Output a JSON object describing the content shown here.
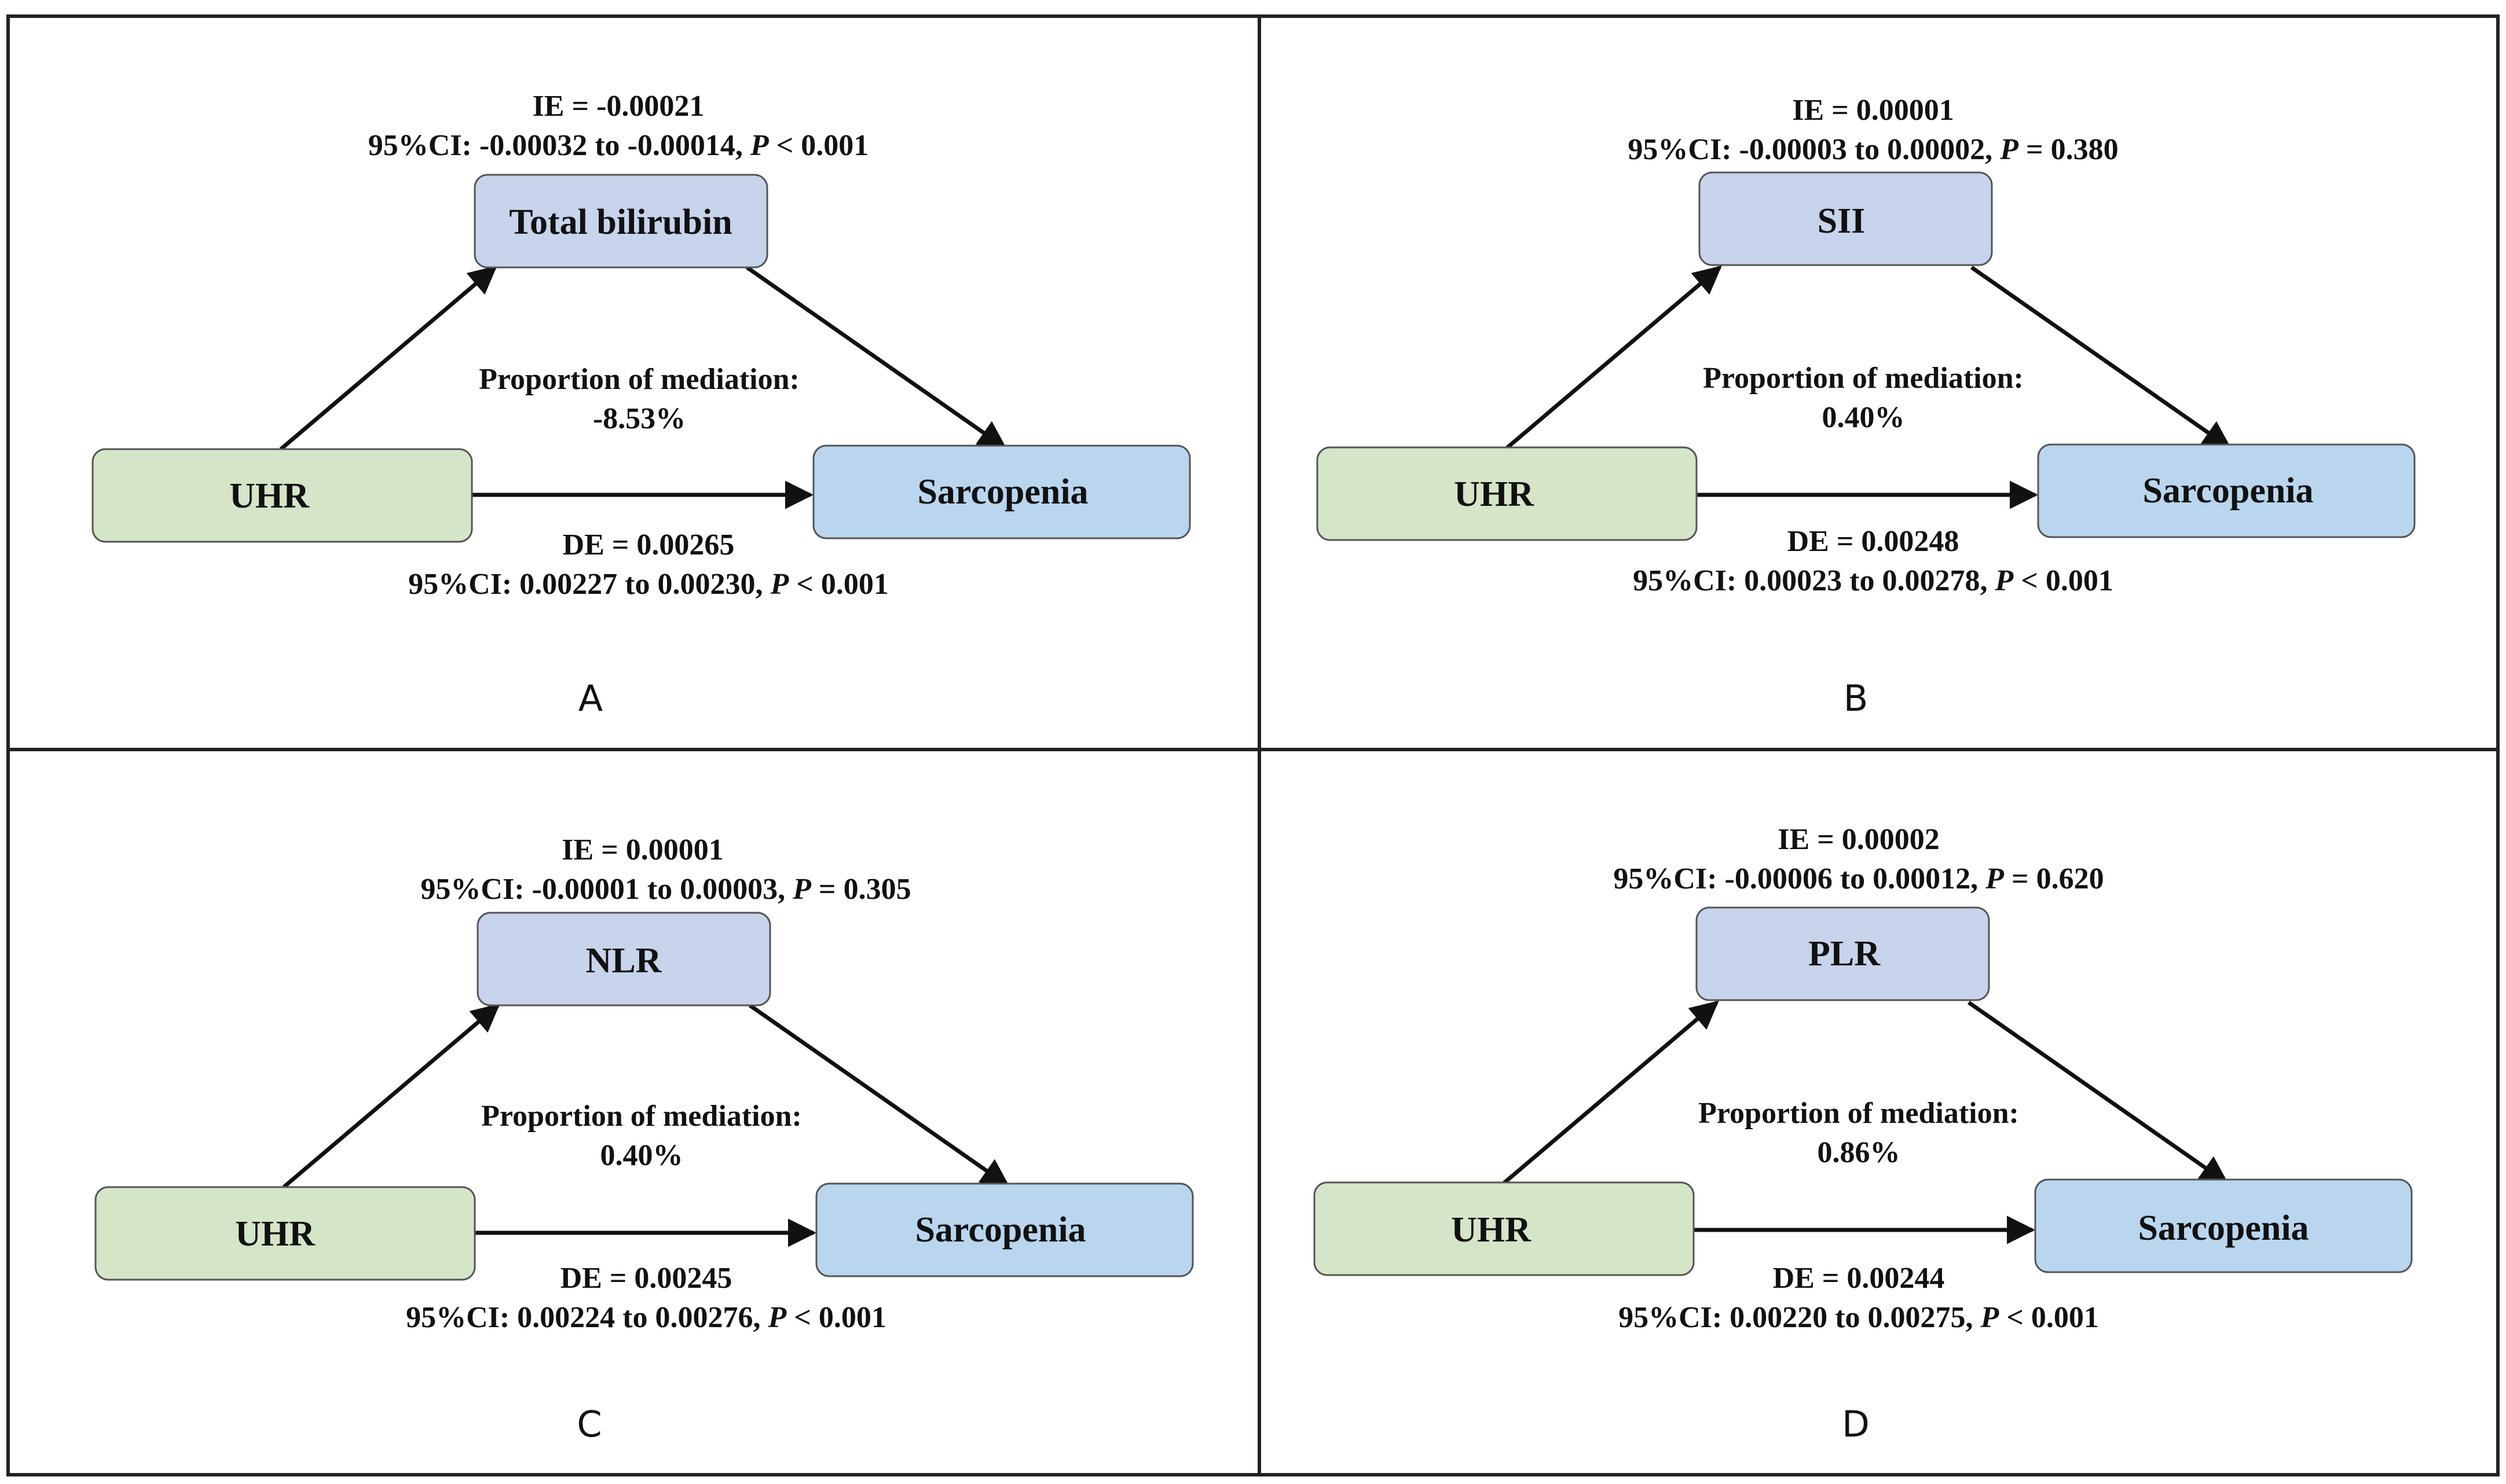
{
  "colors": {
    "exposure_fill": "#d5e5c8",
    "mediator_fill": "#c8d4ec",
    "outcome_fill": "#b9d6ee",
    "border": "#555555",
    "line": "#111111"
  },
  "panels": [
    {
      "label": "A",
      "exposure": "UHR",
      "mediator": "Total bilirubin",
      "outcome": "Sarcopenia",
      "ie_line1": "IE = -0.00021",
      "ie_ci": "95%CI: -0.00032 to -0.00014, ",
      "ie_p_letter": "P",
      "ie_p": " < 0.001",
      "proportion_label": "Proportion of mediation:",
      "proportion_value": "-8.53%",
      "de_line1": "DE = 0.00265",
      "de_ci": "95%CI: 0.00227 to 0.00230, ",
      "de_p_letter": "P",
      "de_p": " < 0.001"
    },
    {
      "label": "B",
      "exposure": "UHR",
      "mediator": "SII",
      "outcome": "Sarcopenia",
      "ie_line1": "IE = 0.00001",
      "ie_ci": "95%CI: -0.00003 to 0.00002, ",
      "ie_p_letter": "P",
      "ie_p": " = 0.380",
      "proportion_label": "Proportion of mediation:",
      "proportion_value": "0.40%",
      "de_line1": "DE = 0.00248",
      "de_ci": "95%CI: 0.00023 to 0.00278, ",
      "de_p_letter": "P",
      "de_p": " < 0.001"
    },
    {
      "label": "C",
      "exposure": "UHR",
      "mediator": "NLR",
      "outcome": "Sarcopenia",
      "ie_line1": "IE = 0.00001",
      "ie_ci": "95%CI: -0.00001 to 0.00003, ",
      "ie_p_letter": "P",
      "ie_p": " = 0.305",
      "proportion_label": "Proportion of mediation:",
      "proportion_value": "0.40%",
      "de_line1": "DE = 0.00245",
      "de_ci": "95%CI: 0.00224 to 0.00276, ",
      "de_p_letter": "P",
      "de_p": " < 0.001"
    },
    {
      "label": "D",
      "exposure": "UHR",
      "mediator": "PLR",
      "outcome": "Sarcopenia",
      "ie_line1": "IE = 0.00002",
      "ie_ci": "95%CI: -0.00006 to 0.00012, ",
      "ie_p_letter": "P",
      "ie_p": " = 0.620",
      "proportion_label": "Proportion of mediation:",
      "proportion_value": "0.86%",
      "de_line1": "DE = 0.00244",
      "de_ci": "95%CI: 0.00220 to 0.00275, ",
      "de_p_letter": "P",
      "de_p": " < 0.001"
    }
  ]
}
